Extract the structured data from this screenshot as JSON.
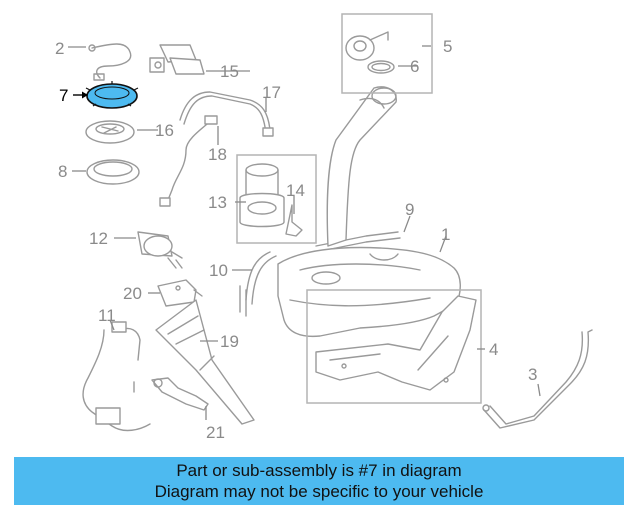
{
  "diagram": {
    "callouts": [
      "1",
      "2",
      "3",
      "4",
      "5",
      "6",
      "7",
      "8",
      "9",
      "10",
      "11",
      "12",
      "13",
      "14",
      "15",
      "16",
      "17",
      "18",
      "19",
      "20",
      "21"
    ],
    "highlighted_part": "7",
    "highlight_color": "#4dbaf0",
    "line_color": "#9a9a9a"
  },
  "banner": {
    "line1": "Part or sub-assembly is #7 in diagram",
    "line2": "Diagram may not be specific to your vehicle",
    "background": "#4dbaf0"
  }
}
